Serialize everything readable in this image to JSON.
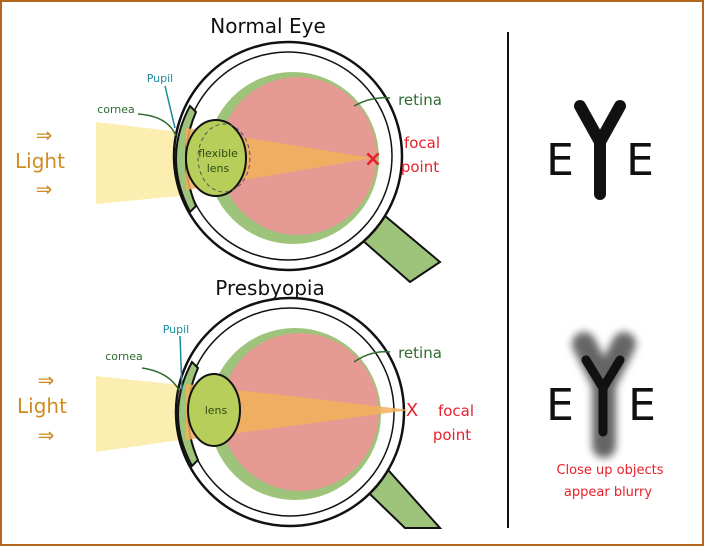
{
  "colors": {
    "border": "#b5651d",
    "light": "#d08c20",
    "beam": "#fbeeb0",
    "focus_beam": "#f2b25a",
    "retina_green": "#9dc47a",
    "eye_pink": "#e59a93",
    "lens_green": "#b7cf5a",
    "red_label": "#e8202a",
    "label_green": "#2f6b2f",
    "pupil_teal": "#1b8a9a"
  },
  "normal_eye": {
    "title": "Normal Eye",
    "light_arrow_top": "⇒",
    "light_label": "Light",
    "light_arrow_bottom": "⇒",
    "pupil_label": "Pupil",
    "cornea_label": "cornea",
    "lens_label_line1": "flexible",
    "lens_label_line2": "lens",
    "retina_label": "retina",
    "focal_mark": "×",
    "focal_line1": "focal",
    "focal_line2": "point"
  },
  "presbyopia_eye": {
    "title": "Presbyopia",
    "light_arrow_top": "⇒",
    "light_label": "Light",
    "light_arrow_bottom": "⇒",
    "pupil_label": "Pupil",
    "cornea_label": "cornea",
    "lens_label": "lens",
    "retina_label": "retina",
    "focal_mark": "X",
    "focal_line1": "focal",
    "focal_line2": "point"
  },
  "right_panel": {
    "sharp_word_left": "E",
    "sharp_word_right": "E",
    "blurry_word_left": "E",
    "blurry_word_right": "E",
    "caption_line1": "Close up objects",
    "caption_line2": "appear blurry"
  }
}
